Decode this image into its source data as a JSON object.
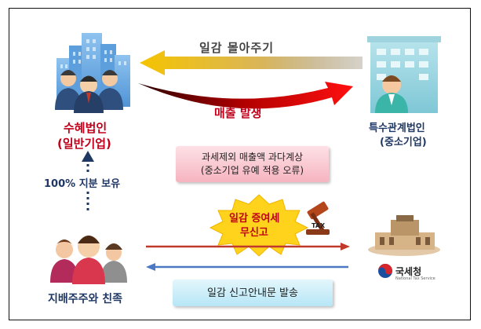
{
  "top_arrow_label": "일감 몰아주기",
  "sales_label": "매출 발생",
  "beneficiary": {
    "line1": "수혜법인",
    "line2": "(일반기업)"
  },
  "related_corp": {
    "line1": "특수관계법인",
    "line2": "(중소기업)"
  },
  "ownership_label": "100% 지분 보유",
  "overtax_box": {
    "line1": "과세제외 매출액 과다계상",
    "line2": "(중소기업 유예 적용 오류)"
  },
  "gift_tax_burst": {
    "line1": "일감 증여세",
    "line2": "무신고"
  },
  "tax_stamp": "TAX",
  "controller": "지배주주와 친족",
  "nts_name": "국세청",
  "nts_sub": "National Tax Service",
  "notice_box": "일감 신고안내문 발송",
  "colors": {
    "red": "#c0001a",
    "navy": "#1f3864",
    "gold": "#e8b400",
    "blue_arrow": "#4a78c2",
    "red_arrow": "#c0392b"
  }
}
